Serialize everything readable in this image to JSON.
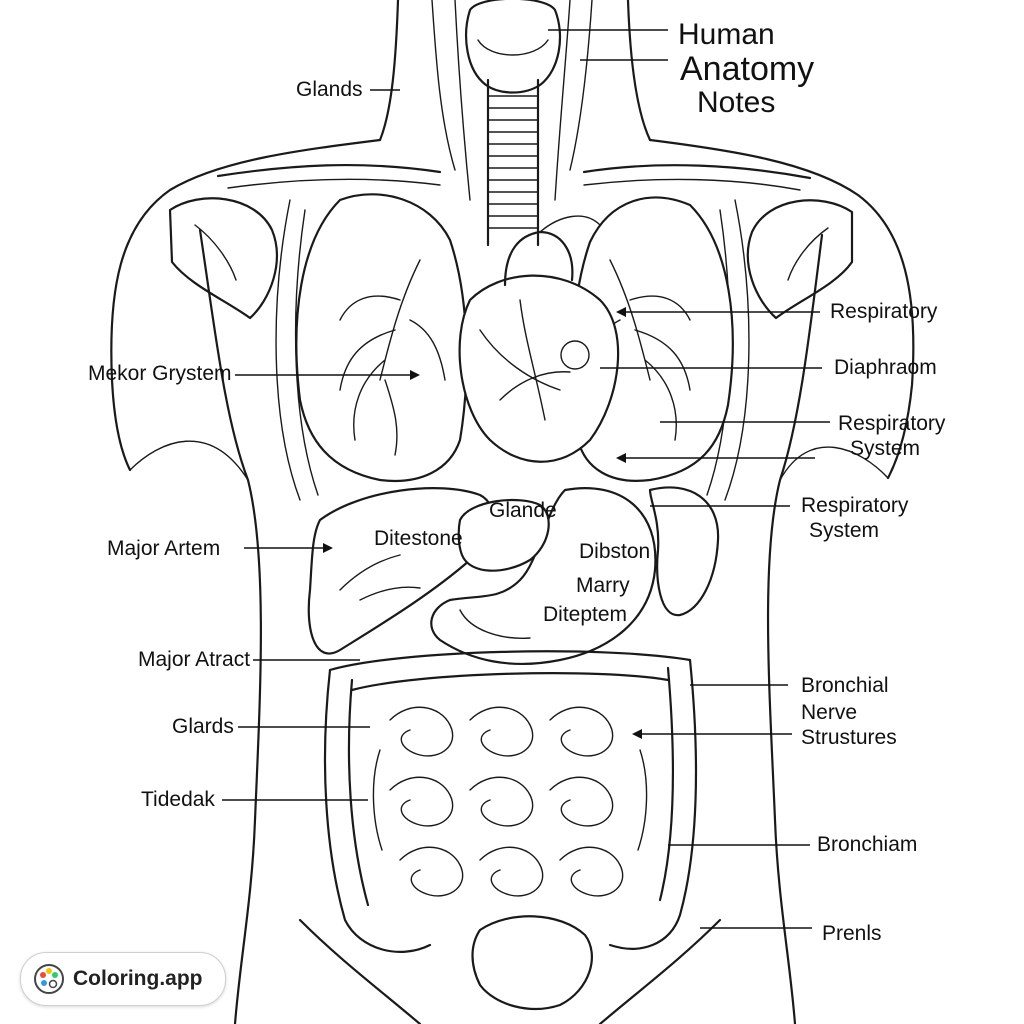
{
  "title": {
    "line1": "Human",
    "line2": "Anatomy",
    "line3": "Notes"
  },
  "labels_left": [
    {
      "id": "glands-top",
      "text": "Glands"
    },
    {
      "id": "mekor-grystem",
      "text": "Mekor Grystem"
    },
    {
      "id": "major-artem",
      "text": "Major Artem"
    },
    {
      "id": "major-atract",
      "text": "Major Atract"
    },
    {
      "id": "glards",
      "text": "Glards"
    },
    {
      "id": "tidedak",
      "text": "Tidedak"
    }
  ],
  "labels_right": [
    {
      "id": "respiratory-1",
      "text": "Respiratory"
    },
    {
      "id": "diaphraom",
      "text": "Diaphraom"
    },
    {
      "id": "respiratory-system-1",
      "lines": [
        "Respiratory",
        "System"
      ]
    },
    {
      "id": "respiratory-system-2",
      "lines": [
        "Respiratory",
        "System"
      ]
    },
    {
      "id": "bronchial-nerve",
      "lines": [
        "Bronchial",
        "Nerve",
        "Strustures"
      ]
    },
    {
      "id": "bronchiam",
      "text": "Bronchiam"
    },
    {
      "id": "prenls",
      "text": "Prenls"
    }
  ],
  "labels_inner": {
    "ditestone": "Ditestone",
    "glande": "Glande",
    "dibston": "Dibston",
    "marry": "Marry",
    "diteptem": "Diteptem"
  },
  "watermark": {
    "text": "Coloring.app",
    "icon": "palette-icon"
  }
}
